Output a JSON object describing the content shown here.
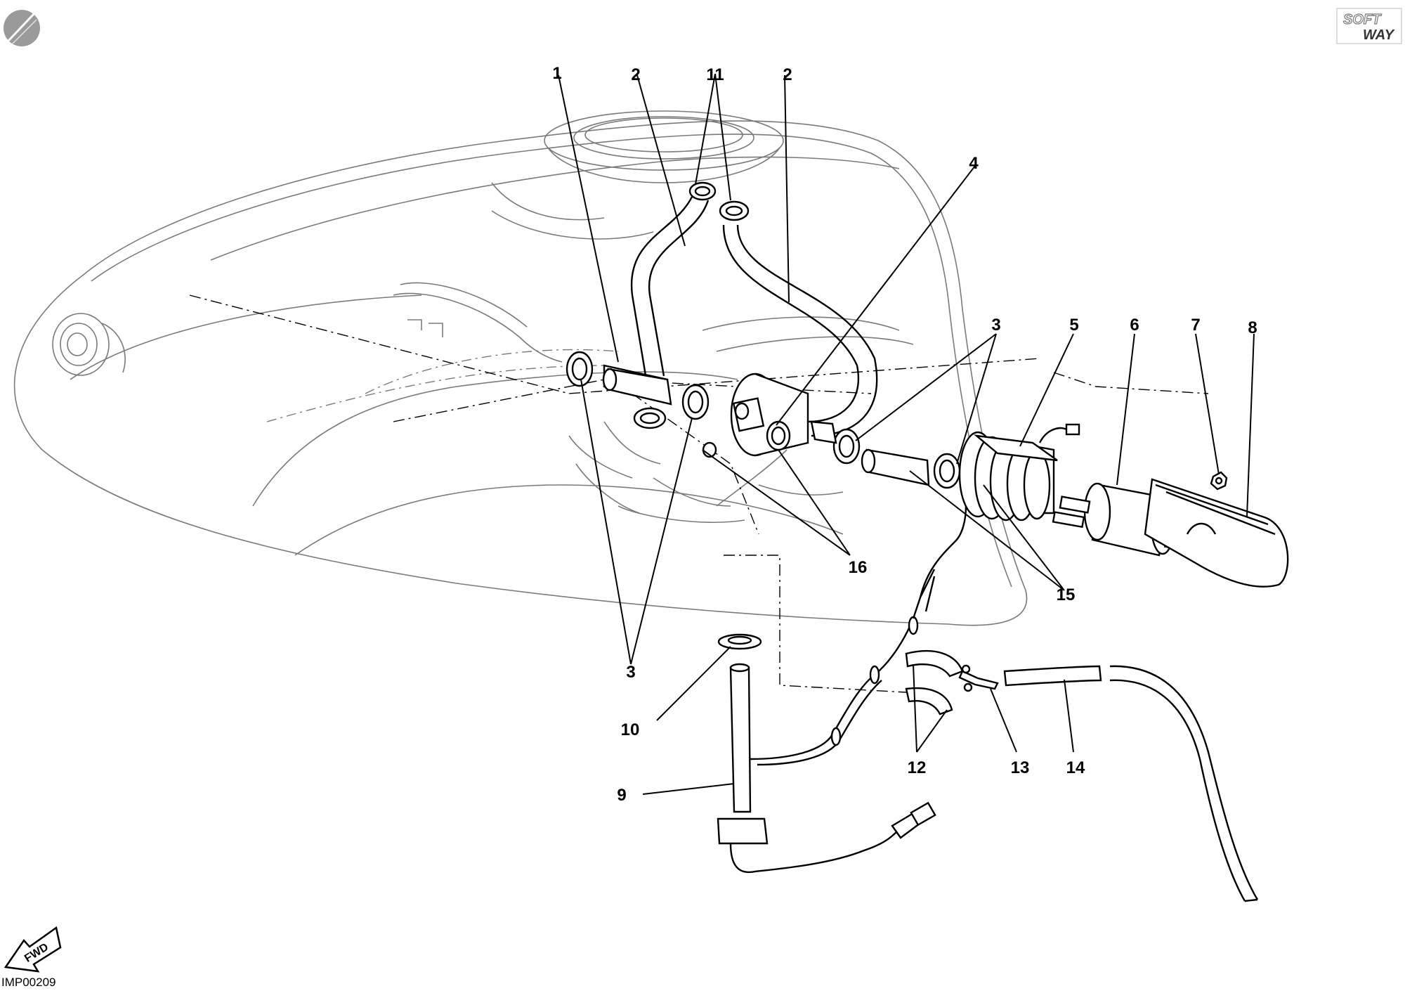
{
  "diagram": {
    "ref_code": "IMP00209",
    "fwd_label": "FWD",
    "brand_logo": {
      "line1": "SOFT",
      "line2": "WAY"
    },
    "callouts": [
      "1",
      "2",
      "2",
      "11",
      "4",
      "3",
      "5",
      "6",
      "7",
      "8",
      "3",
      "15",
      "16",
      "10",
      "9",
      "12",
      "13",
      "14"
    ]
  }
}
